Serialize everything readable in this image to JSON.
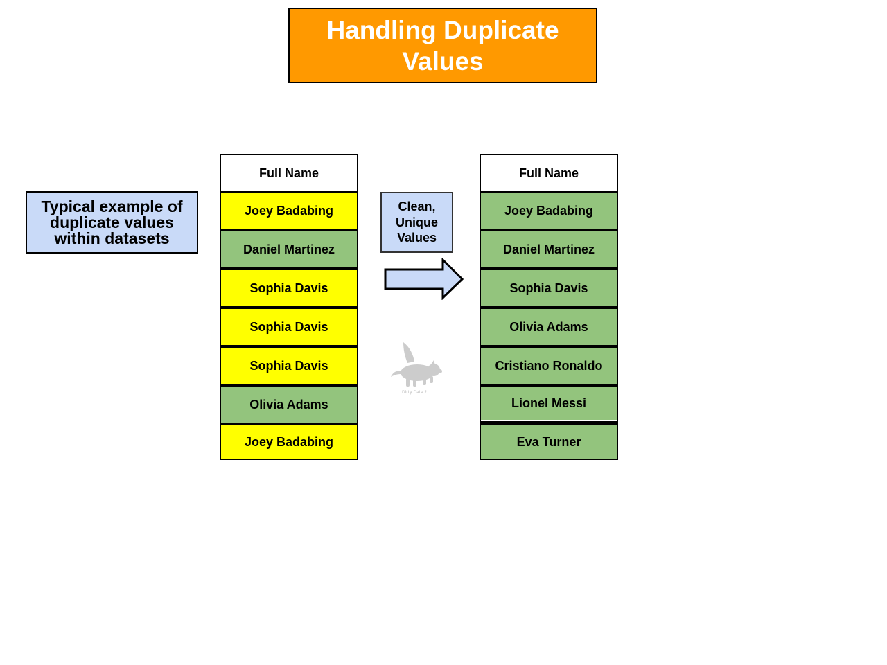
{
  "title": "Handling Duplicate Values",
  "description": "Typical example of duplicate values within datasets",
  "transform_label": "Clean, Unique Values",
  "left_table": {
    "header": "Full Name",
    "rows": [
      {
        "name": "Joey Badabing",
        "color": "#ffff00"
      },
      {
        "name": "Daniel Martinez",
        "color": "#93c47d"
      },
      {
        "name": "Sophia Davis",
        "color": "#ffff00"
      },
      {
        "name": "Sophia Davis",
        "color": "#ffff00"
      },
      {
        "name": "Sophia Davis",
        "color": "#ffff00"
      },
      {
        "name": "Olivia Adams",
        "color": "#93c47d"
      },
      {
        "name": "Joey Badabing",
        "color": "#ffff00"
      }
    ]
  },
  "right_table": {
    "header": "Full Name",
    "rows": [
      {
        "name": "Joey Badabing",
        "color": "#93c47d"
      },
      {
        "name": "Daniel Martinez",
        "color": "#93c47d"
      },
      {
        "name": "Sophia Davis",
        "color": "#93c47d"
      },
      {
        "name": "Olivia Adams",
        "color": "#93c47d"
      },
      {
        "name": "Cristiano Ronaldo",
        "color": "#93c47d"
      },
      {
        "name": "Lionel Messi",
        "color": "#93c47d"
      },
      {
        "name": "Eva Turner",
        "color": "#93c47d"
      }
    ]
  },
  "watermark": {
    "icon": "flying-pig-icon",
    "text": "Dirty Data ?"
  },
  "colors": {
    "title_bg": "#ff9900",
    "label_bg": "#c9daf8",
    "duplicate": "#ffff00",
    "unique": "#93c47d"
  }
}
